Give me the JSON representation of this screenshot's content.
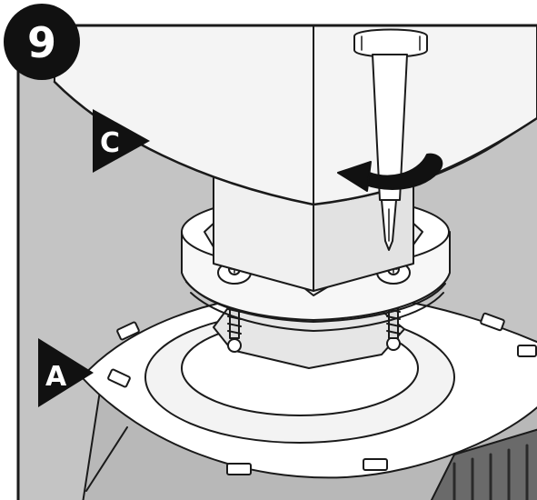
{
  "step": {
    "number": "9"
  },
  "callouts": {
    "c": "C",
    "a": "A"
  },
  "colors": {
    "background": "#c4c4c4",
    "line": "#1a1a1a",
    "part": "#ffffff",
    "badge": "#111111"
  },
  "icons": {
    "rotation": "rotate-clockwise-arrow-icon",
    "tool": "screwdriver-icon"
  }
}
